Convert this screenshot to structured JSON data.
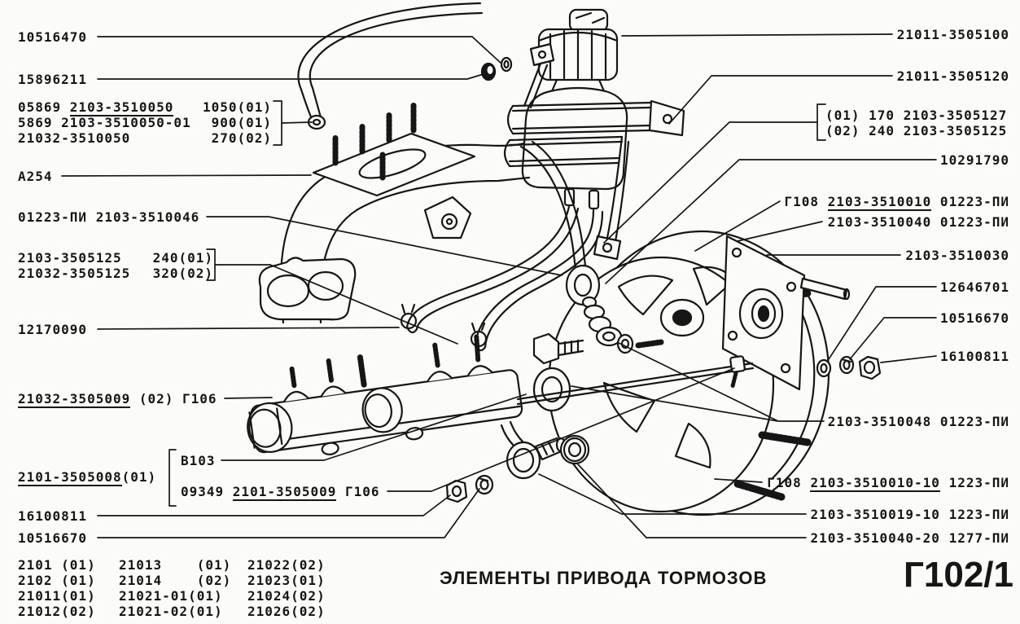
{
  "sheet": {
    "caption": "ЭЛЕМЕНТЫ ПРИВОДА ТОРМОЗОВ",
    "code": "Г102/1"
  },
  "colors": {
    "ink": "#161616",
    "paper": "#fbfbf9"
  },
  "left": {
    "items": {
      "i10516470": "10516470",
      "i15896211": "15896211",
      "a254": "A254",
      "p3510046": "01223-ПИ 2103-3510046",
      "i12170090": "12170090",
      "i16100811": "16100811",
      "i10516670": "10516670"
    },
    "hose_group": {
      "rows": [
        {
          "pre": "05869 ",
          "u": "2103-3510050",
          "qty": "1050(01)"
        },
        {
          "pre": "5869 2103-3510050-01",
          "qty": "900(01)"
        },
        {
          "pre": "21032-3510050",
          "qty": "270(02)"
        }
      ]
    },
    "clamp_group": {
      "rows": [
        {
          "num": "2103-3505125",
          "qty": "240(01)"
        },
        {
          "num": "21032-3505125",
          "qty": "320(02)"
        }
      ]
    },
    "cyl_label": {
      "u": "21032-3505009",
      "post": " (02) Г106"
    },
    "cyl8_label": {
      "u": "2101-3505008",
      "post": "(01)"
    },
    "b103": "B103",
    "pipe_label": {
      "pre": "09349 ",
      "u": "2101-3505009",
      "post": " Г106"
    }
  },
  "right": {
    "items": {
      "r3505100": "21011-3505100",
      "r3505120": "21011-3505120",
      "r10291790": "10291790",
      "r3510040": "2103-3510040 01223-ПИ",
      "r3510030": "2103-3510030",
      "r12646701": "12646701",
      "r10516670": "10516670",
      "r16100811": "16100811",
      "r3510048": "2103-3510048 01223-ПИ",
      "r3510019": "2103-3510019-10 1223-ПИ",
      "r3510040_20": "2103-3510040-20 1277-ПИ"
    },
    "clamp_group": {
      "rows": [
        "(01) 170 2103-3505127",
        "(02) 240 2103-3505125"
      ]
    },
    "booster_label": {
      "pre": "Г108 ",
      "u": "2103-3510010",
      "post": " 01223-ПИ"
    },
    "booster10_label": {
      "pre": "Г108 ",
      "u": "2103-3510010-10",
      "post": " 1223-ПИ"
    }
  },
  "table": {
    "rows": [
      [
        "2101 (01)",
        "21013    (01)",
        "21022(02)"
      ],
      [
        "2102 (01)",
        "21014    (02)",
        "21023(01)"
      ],
      [
        "21011(01)",
        "21021-01(01)",
        "21024(02)"
      ],
      [
        "21012(02)",
        "21021-02(01)",
        "21026(02)"
      ]
    ]
  }
}
